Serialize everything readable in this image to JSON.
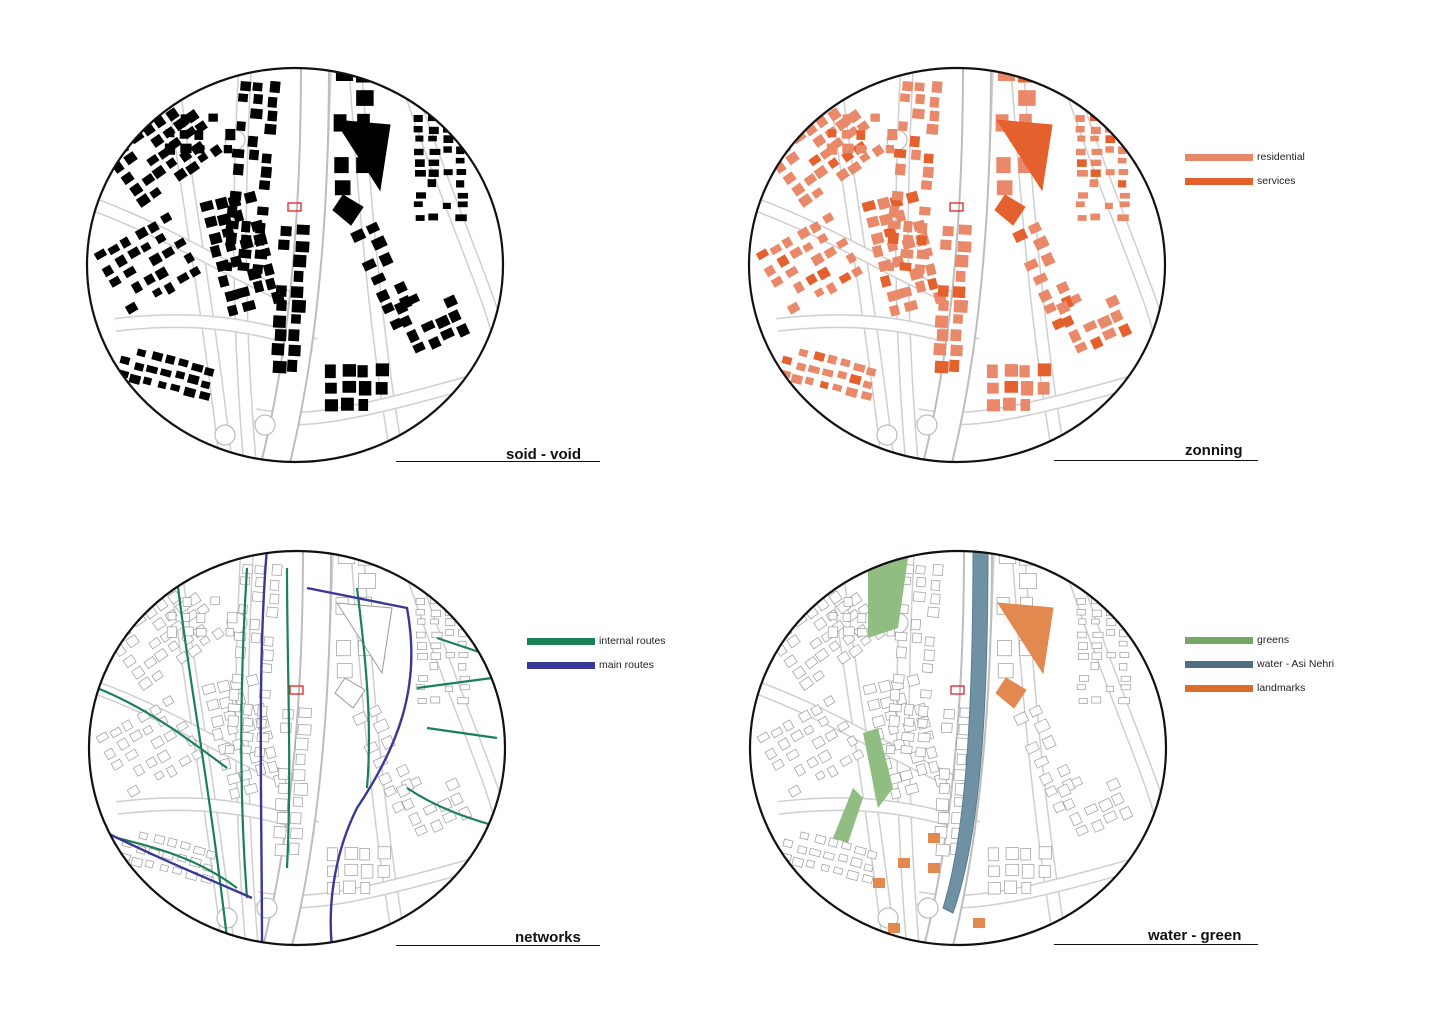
{
  "panels": [
    {
      "id": "solid-void",
      "title": "soid - void",
      "style": "solid",
      "colors": {
        "building": "#000000"
      }
    },
    {
      "id": "zoning",
      "title": "zonning",
      "style": "zoning",
      "colors": {
        "residential": "#e9896a",
        "services": "#e4612e"
      },
      "legend": [
        {
          "label": "residential",
          "color": "#e9896a"
        },
        {
          "label": "services",
          "color": "#e4612e"
        }
      ]
    },
    {
      "id": "networks",
      "title": "networks",
      "style": "networks",
      "colors": {
        "internal": "#1b7f57",
        "main": "#3a3896"
      },
      "legend": [
        {
          "label": "internal routes",
          "color": "#1b7f57"
        },
        {
          "label": "main routes",
          "color": "#3a3896"
        }
      ]
    },
    {
      "id": "water-green",
      "title": "water - green",
      "style": "watergreen",
      "colors": {
        "greens": "#8fbd82",
        "water": "#6f91a4",
        "landmarks": "#e2894f"
      },
      "legend": [
        {
          "label": "greens",
          "color": "#76a865"
        },
        {
          "label": "water - Asi Nehri",
          "color": "#4f6f82"
        },
        {
          "label": "landmarks",
          "color": "#d96d29"
        }
      ]
    }
  ]
}
